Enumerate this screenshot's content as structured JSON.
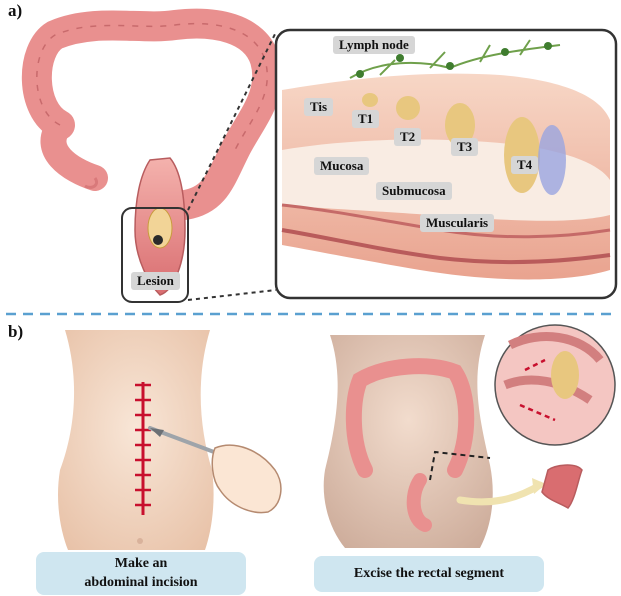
{
  "panel_a": {
    "letter": "a)",
    "labels": {
      "lymph_node": "Lymph node",
      "tis": "Tis",
      "t1": "T1",
      "t2": "T2",
      "t3": "T3",
      "t4": "T4",
      "mucosa": "Mucosa",
      "submucosa": "Submucosa",
      "muscularis": "Muscularis",
      "lesion": "Lesion"
    }
  },
  "panel_b": {
    "letter": "b)",
    "captions": {
      "left_line1": "Make an",
      "left_line2": "abdominal incision",
      "right": "Excise the rectal segment"
    }
  },
  "colors": {
    "colon": "#e9908f",
    "divider": "#5aa0d0",
    "skin": "#f3ddcb",
    "incision": "#c8102e",
    "caption_bg": "#cfe6f0",
    "tumor": "#e8c77f"
  }
}
